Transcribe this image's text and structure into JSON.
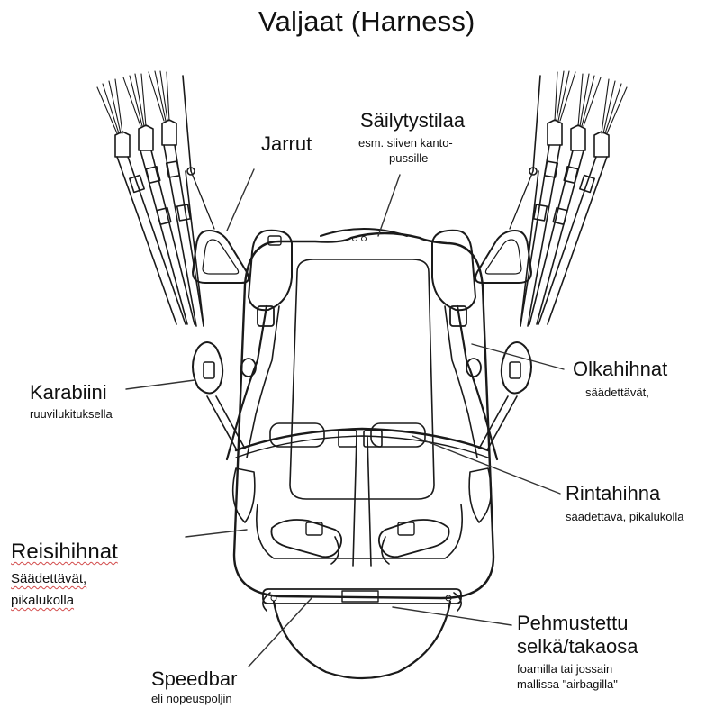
{
  "title": "Valjaat (Harness)",
  "labels": {
    "jarrut": {
      "name": "Jarrut"
    },
    "sailytystilaa": {
      "name": "Säilytystilaa",
      "note_line1": "esm. siiven kanto-",
      "note_line2": "pussille"
    },
    "karabiini": {
      "name": "Karabiini",
      "note_line1": "ruuvilukituksella"
    },
    "olkahihnat": {
      "name": "Olkahihnat",
      "note_line1": "säädettävät,"
    },
    "rintahihna": {
      "name": "Rintahihna",
      "note_line1": "säädettävä, pikalukolla"
    },
    "reisihihnat": {
      "name": "Reisihihnat",
      "note_line1": "Säädettävät,",
      "note_line2": "pikalukolla"
    },
    "pehmustettu": {
      "name_line1": "Pehmustettu",
      "name_line2": "selkä/takaosa",
      "note_line1": "foamilla tai jossain",
      "note_line2": "mallissa \"airbagilla\""
    },
    "speedbar": {
      "name": "Speedbar",
      "note_line1": "eli nopeuspoljin"
    }
  },
  "colors": {
    "ink": "#1a1a1a",
    "spellcheck_underline": "#d24a4a"
  }
}
